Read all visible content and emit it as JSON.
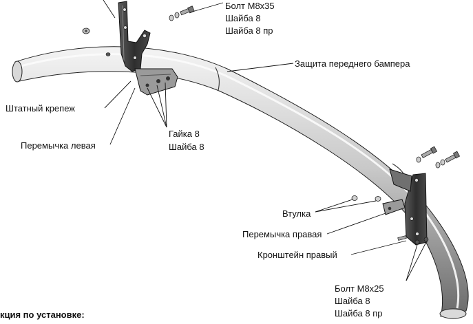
{
  "labels": {
    "bolt_m8x35": "Болт М8х35",
    "washer_8_a": "Шайба 8",
    "spring_washer_8_a": "Шайба 8 пр",
    "front_bumper_guard": "Защита переднего бампера",
    "standard_mount": "Штатный крепеж",
    "nut_8": "Гайка 8",
    "washer_8_b": "Шайба 8",
    "left_jumper": "Перемычка левая",
    "bushing": "Втулка",
    "right_jumper": "Перемычка правая",
    "right_bracket": "Кронштейн правый",
    "bolt_m8x25": "Болт М8х25",
    "washer_8_c": "Шайба 8",
    "spring_washer_8_c": "Шайба 8 пр",
    "instructions_heading": "кция по установке:"
  },
  "colors": {
    "tube_light": "#f2f2f2",
    "tube_mid": "#b4b4b4",
    "tube_dark": "#6e6e6e",
    "bracket": "#3a3a3a",
    "text": "#111111"
  }
}
